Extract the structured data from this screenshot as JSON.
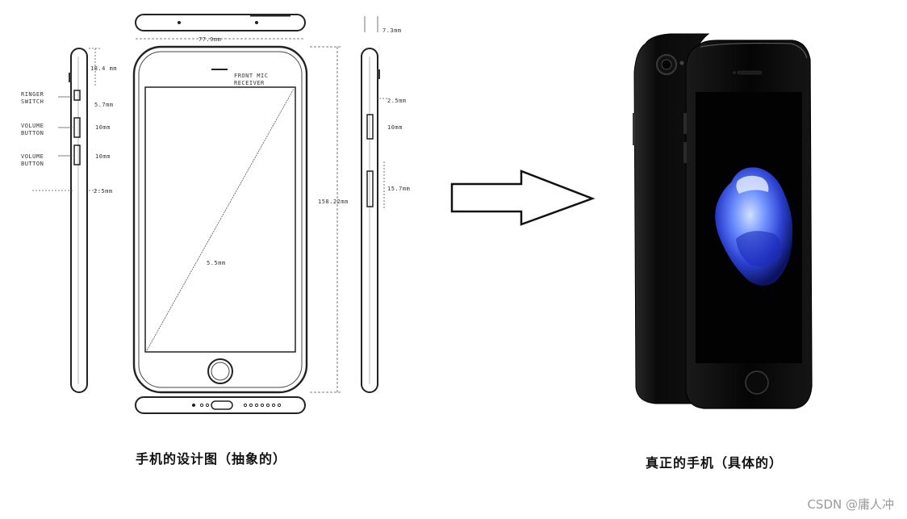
{
  "blueprint": {
    "labels": {
      "ringer_switch": [
        "RINGER",
        "SWITCH"
      ],
      "volume_button_1": [
        "VOLUME",
        "BUTTON"
      ],
      "volume_button_2": [
        "VOLUME",
        "BUTTON"
      ],
      "front_mic_receiver": [
        "FRONT MIC",
        "RECEIVER"
      ]
    },
    "dimensions": {
      "width": "77.9mm",
      "height": "158.22mm",
      "screen_diagonal": "5.5mm",
      "side_top_gap": "18.4 mm",
      "ringer_gap": "5.7mm",
      "volume1_height": "10mm",
      "volume2_height": "10mm",
      "side_bottom_gap": "2.5mm",
      "depth": "7.3mm",
      "right_gap": "2.5mm",
      "right_button_height": "10mm",
      "power_height": "15.7mm"
    }
  },
  "captions": {
    "left": "手机的设计图（抽象的）",
    "right": "真正的手机（具体的）"
  },
  "watermark": "CSDN @庸人冲"
}
